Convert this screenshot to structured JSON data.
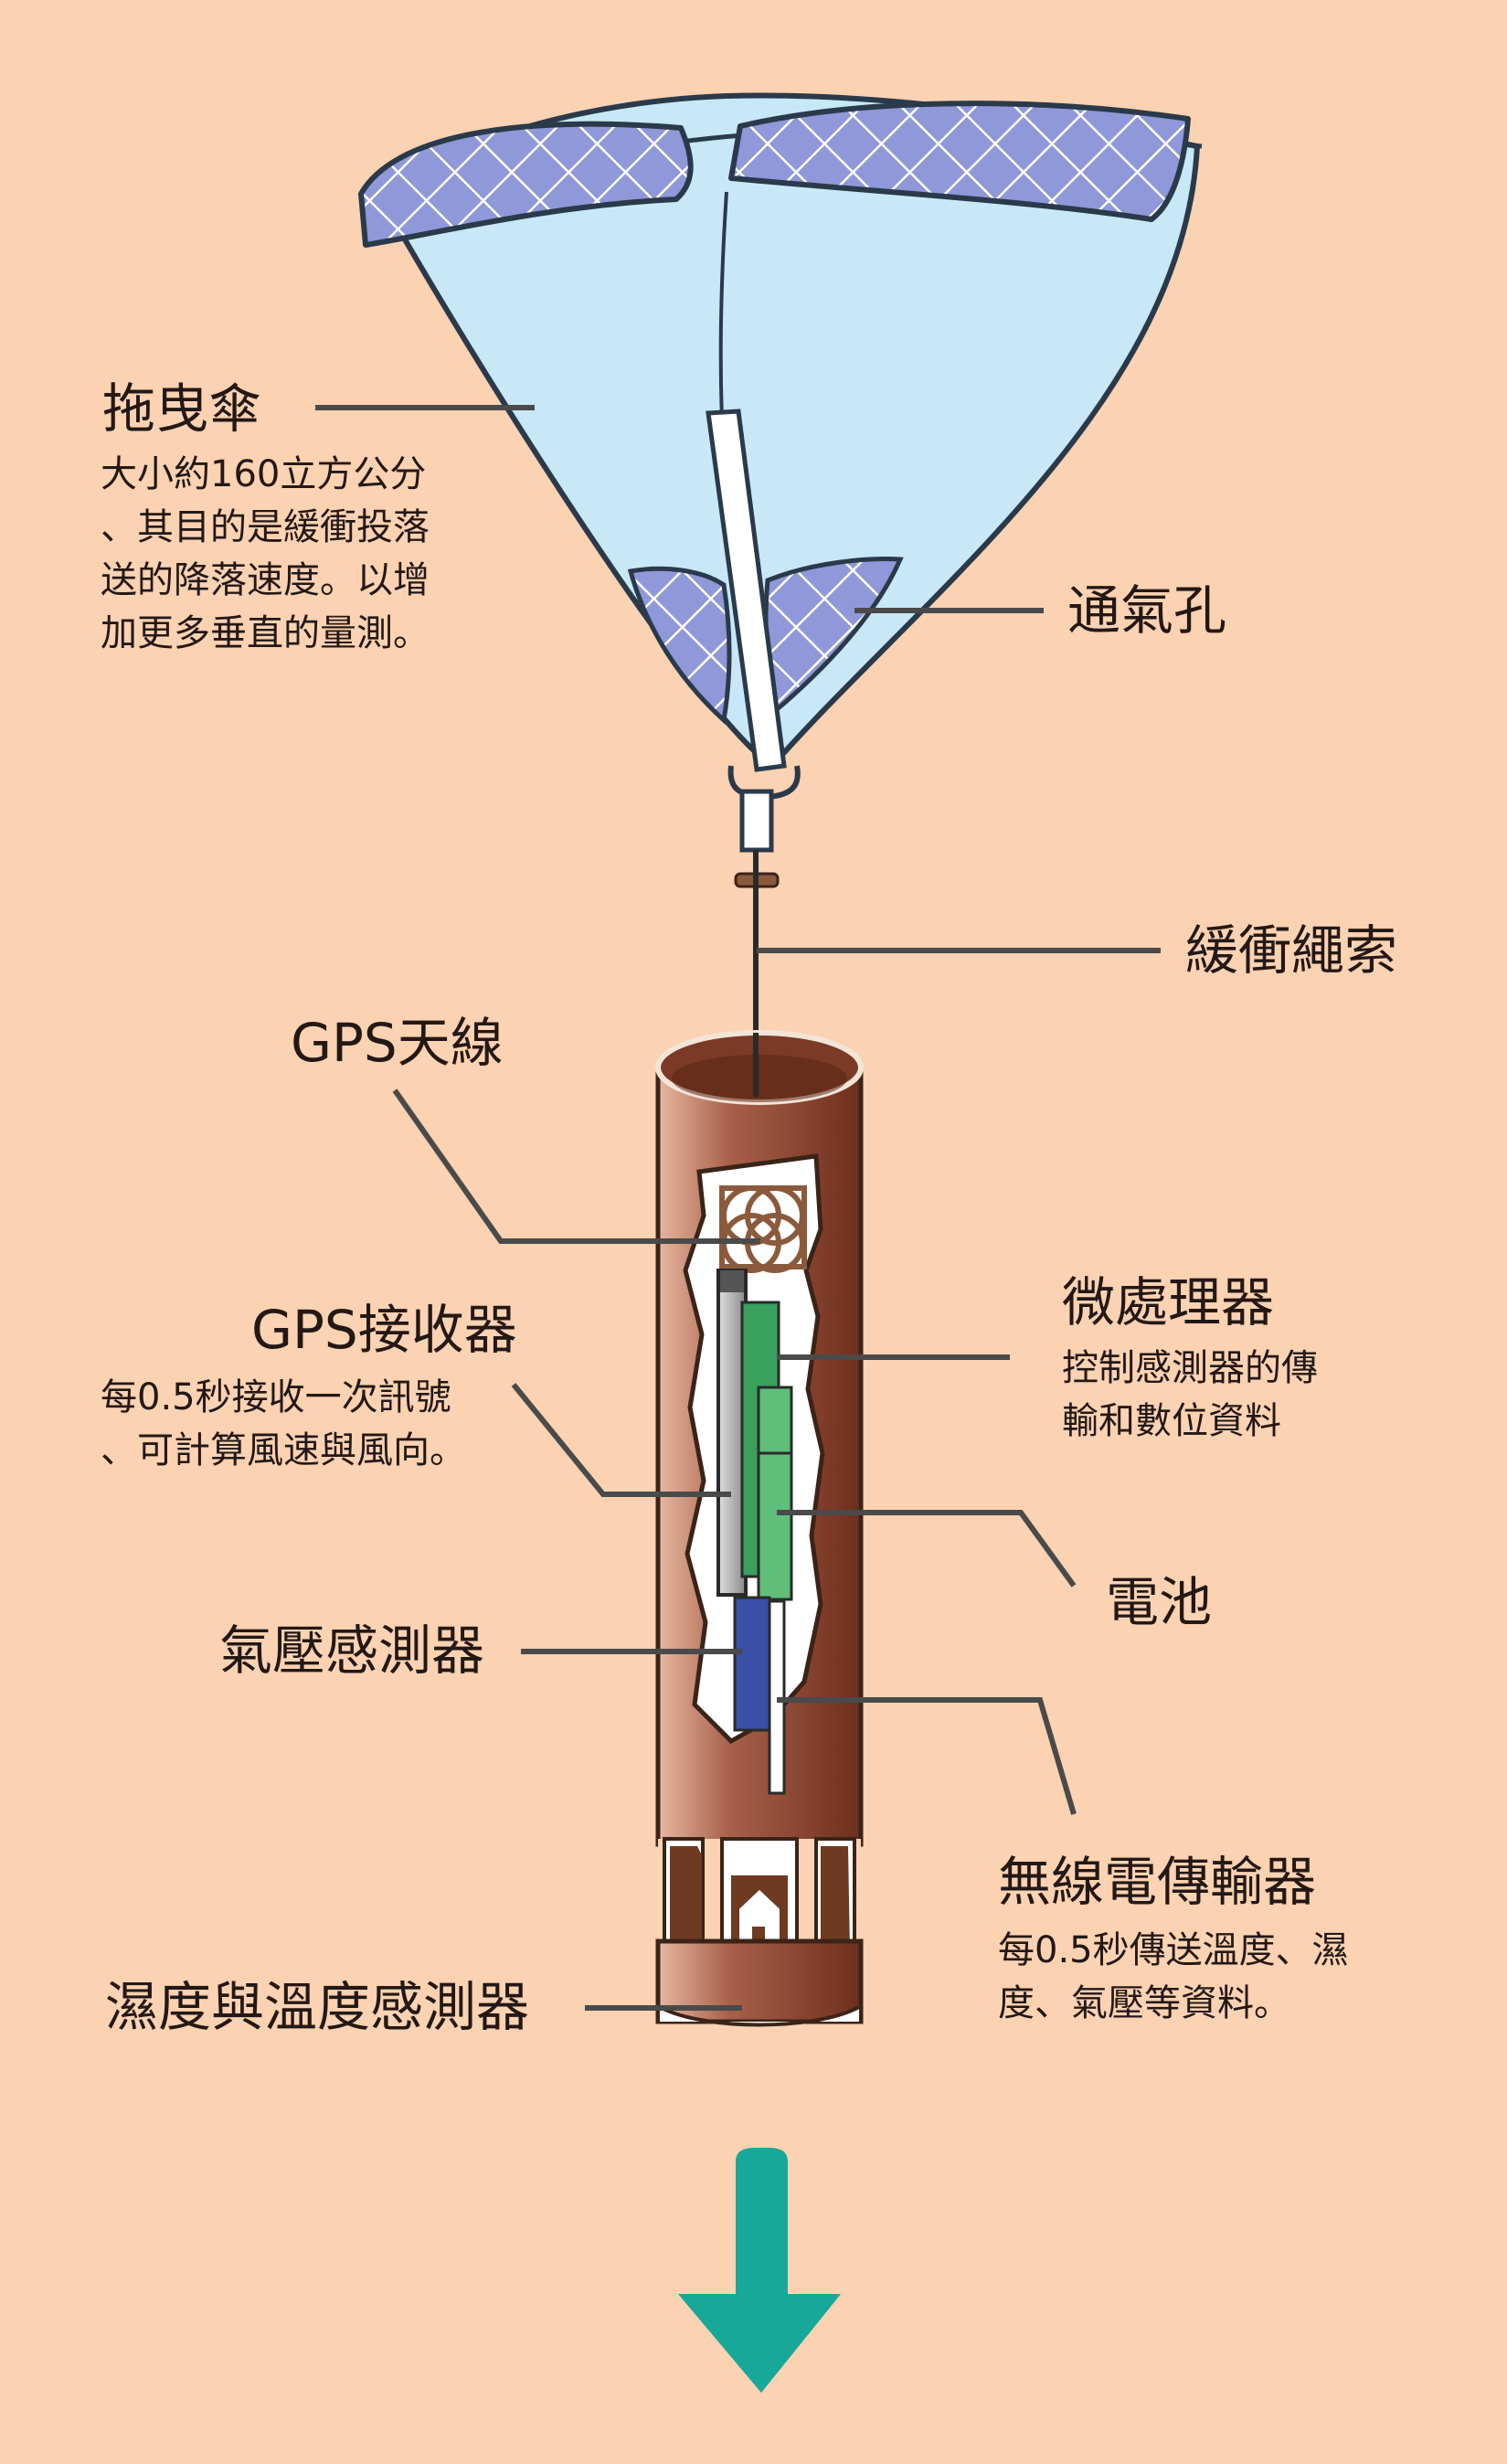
{
  "colors": {
    "background": "#fbd2b2",
    "canopy": "#c8e8f8",
    "vent": "#8f98d8",
    "tube": "#7a3a26",
    "arrow": "#17a89a",
    "leader": "#4a4a4a"
  },
  "labels": {
    "drogue": {
      "title": "拖曳傘",
      "desc": "大小約160立方公分\n、其目的是緩衝投落\n送的降落速度。以增\n加更多垂直的量測。"
    },
    "vent": {
      "title": "通氣孔"
    },
    "tether": {
      "title": "緩衝繩索"
    },
    "gps_antenna": {
      "title": "GPS天線"
    },
    "gps_receiver": {
      "title": "GPS接收器",
      "desc": "每0.5秒接收一次訊號\n、可計算風速與風向。"
    },
    "microprocessor": {
      "title": "微處理器",
      "desc": "控制感測器的傳\n輸和數位資料"
    },
    "battery": {
      "title": "電池"
    },
    "pressure_sensor": {
      "title": "氣壓感測器"
    },
    "transmitter": {
      "title": "無線電傳輸器",
      "desc": "每0.5秒傳送溫度、濕\n度、氣壓等資料。"
    },
    "humidity_temp_sensor": {
      "title": "濕度與溫度感測器"
    }
  },
  "icons": {
    "fall_direction": "down-arrow-icon"
  }
}
